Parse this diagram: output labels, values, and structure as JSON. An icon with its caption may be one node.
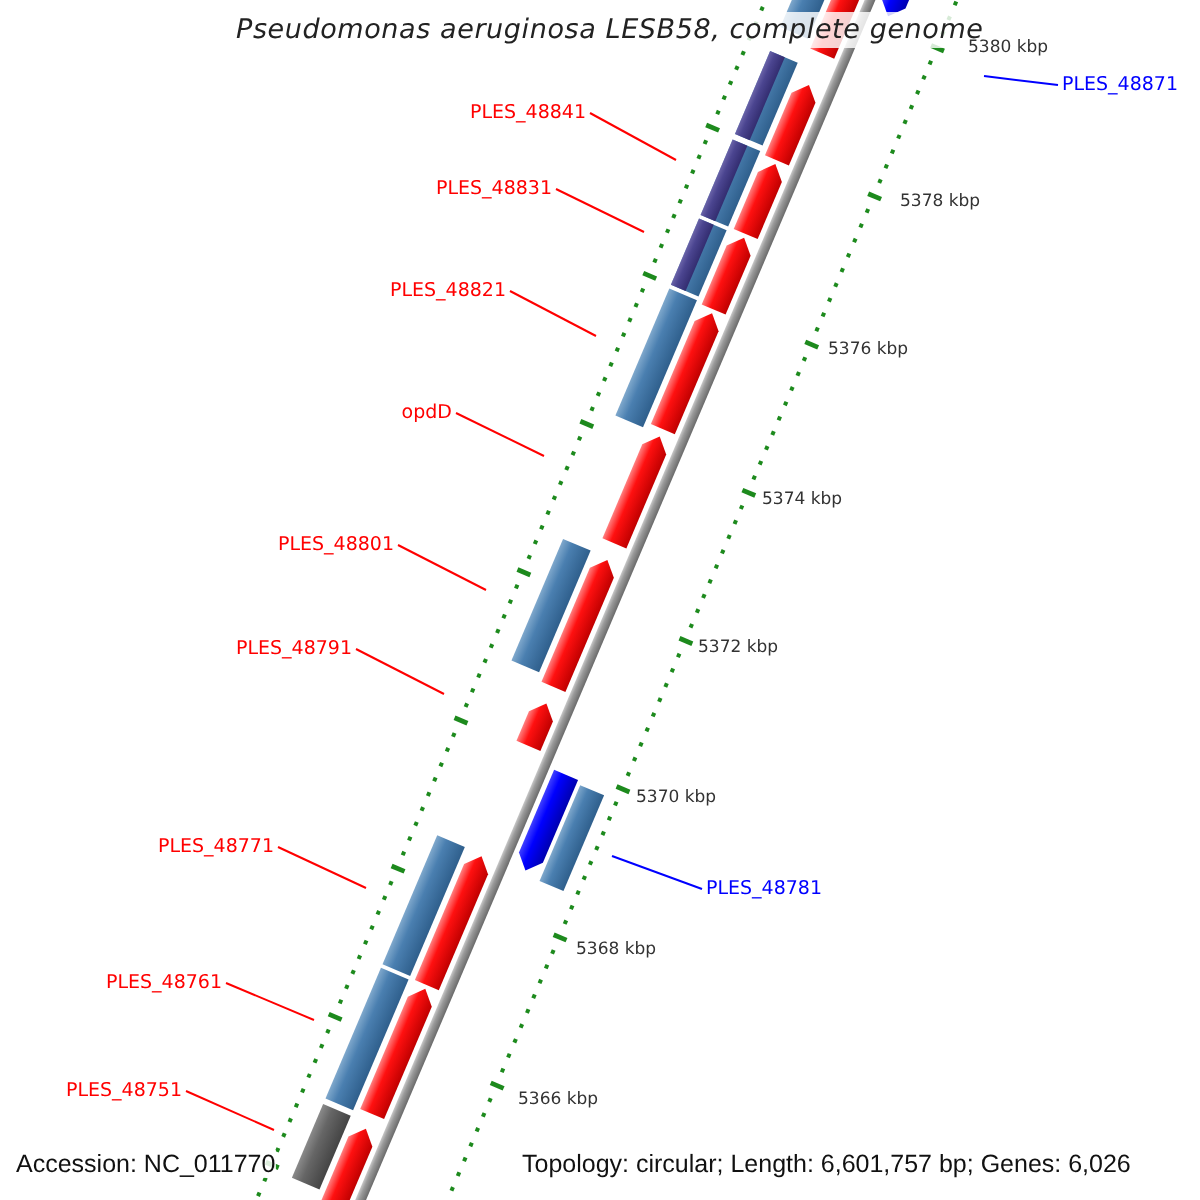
{
  "diagram": {
    "title": "Pseudomonas aeruginosa LESB58, complete genome",
    "nodes": [
      {
        "text": [
          "PLES_48871"
        ]
      },
      {
        "text": [
          "PLES_48841"
        ]
      },
      {
        "text": [
          "PLES_48831"
        ]
      },
      {
        "text": [
          "PLES_48821"
        ]
      },
      {
        "text": [
          "opdD"
        ]
      },
      {
        "text": [
          "PLES_48801"
        ]
      },
      {
        "text": [
          "PLES_48791"
        ]
      },
      {
        "text": [
          "PLES_48781"
        ]
      },
      {
        "text": [
          "PLES_48771"
        ]
      },
      {
        "text": [
          "PLES_48761"
        ]
      },
      {
        "text": [
          "PLES_48751"
        ]
      }
    ],
    "edges": [
      {
        "from": 0,
        "to": null,
        "arrow": "none",
        "color": "#0000ff"
      },
      {
        "from": 1,
        "to": null,
        "arrow": "none"
      },
      {
        "from": 2,
        "to": null,
        "arrow": "none"
      },
      {
        "from": 3,
        "to": null,
        "arrow": "none"
      },
      {
        "from": 4,
        "to": null,
        "arrow": "none"
      },
      {
        "from": 5,
        "to": null,
        "arrow": "none"
      },
      {
        "from": 6,
        "to": null,
        "arrow": "none"
      },
      {
        "from": 7,
        "to": null,
        "arrow": "none",
        "color": "#0000ff"
      },
      {
        "from": 8,
        "to": null,
        "arrow": "none"
      },
      {
        "from": 9,
        "to": null,
        "arrow": "none"
      },
      {
        "from": 10,
        "to": null,
        "arrow": "none"
      }
    ],
    "labels": [
      "5380 kbp",
      "5378 kbp",
      "5376 kbp",
      "5374 kbp",
      "5372 kbp",
      "5370 kbp",
      "5368 kbp",
      "5366 kbp",
      "Accession: NC_011770",
      "Topology: circular; Length: 6,601,757 bp; Genes: 6,026"
    ]
  }
}
